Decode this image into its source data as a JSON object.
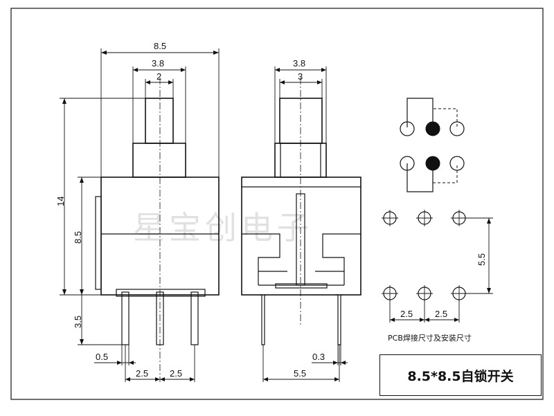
{
  "watermark": "星宝创电子",
  "title": "8.5*8.5自锁开关",
  "pcb_note": "PCB焊接尺寸及安装尺寸",
  "front_view": {
    "overall_width": "8.5",
    "actuator_width": "3.8",
    "stem_width": "2",
    "total_height": "14",
    "body_height": "8.5",
    "pin_length": "3.5",
    "pin_width": "0.5",
    "pitch_left": "2.5",
    "pitch_right": "2.5"
  },
  "side_view": {
    "actuator_width": "3.8",
    "stem_width": "3",
    "pin_width": "0.3",
    "pin_span": "5.5"
  },
  "pcb_layout": {
    "row_spacing": "5.5",
    "pitch_left": "2.5",
    "pitch_right": "2.5"
  }
}
